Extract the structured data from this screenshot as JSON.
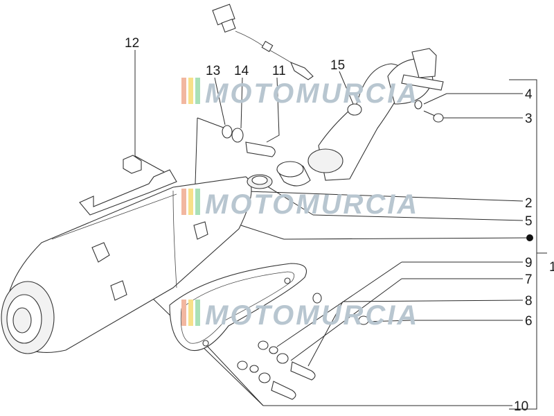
{
  "diagram": {
    "callouts": {
      "c1": "1",
      "c2": "2",
      "c3": "3",
      "c4": "4",
      "c5": "5",
      "c6": "6",
      "c7": "7",
      "c8": "8",
      "c9": "9",
      "c10": "10",
      "c11": "11",
      "c12": "12",
      "c13": "13",
      "c14": "14",
      "c15": "15"
    },
    "watermark": {
      "text": "MOTOMURCIA",
      "stripe_colors": [
        "#f2b7a0",
        "#f7e08a",
        "#a9e0b8"
      ],
      "text_color": "#b8c6d0"
    }
  }
}
